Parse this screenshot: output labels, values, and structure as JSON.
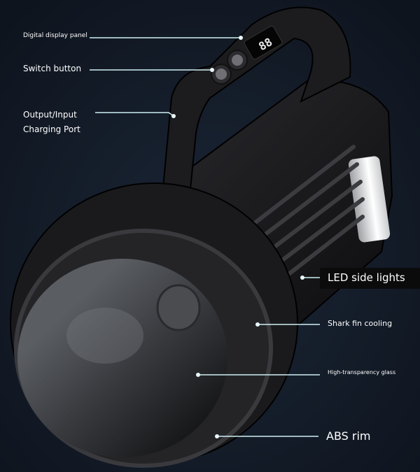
{
  "colors": {
    "background": "#121a26",
    "body": "#1b1b1d",
    "lens": "#3a3c40",
    "callout_line": "#cfeff2",
    "label_text": "#ffffff"
  },
  "display": {
    "readout": "88"
  },
  "callouts": {
    "digital_display": "Digital display panel",
    "switch_button": "Switch button",
    "charging_port_line1": "Output/Input",
    "charging_port_line2": "Charging Port",
    "led_side_lights": "LED side lights",
    "shark_fin": "Shark fin cooling",
    "glass": "High-transparency glass",
    "abs_rim": "ABS rim"
  }
}
